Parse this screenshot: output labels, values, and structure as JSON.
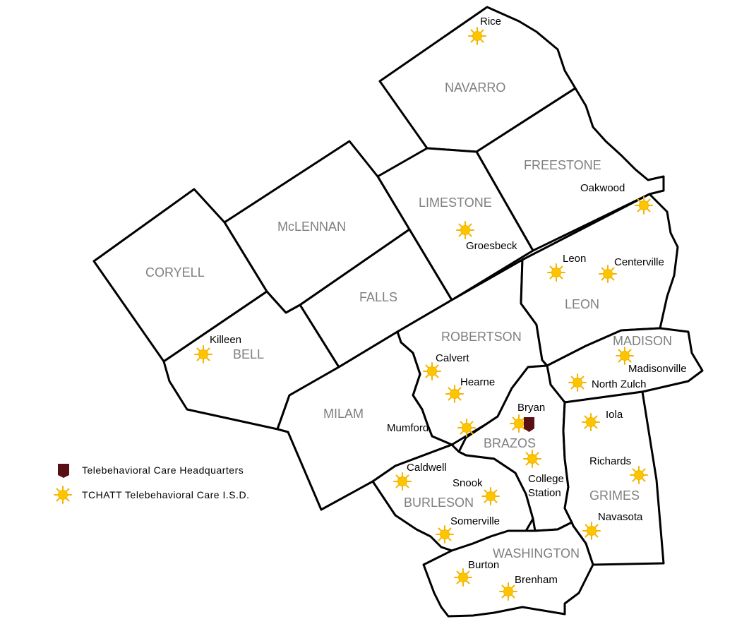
{
  "colors": {
    "sun": "#f5b400",
    "sun_center": "#fdc400",
    "hq": "#5a0f14",
    "county_label": "#7f7f7f",
    "border": "#000000"
  },
  "counties": {
    "navarro": "NAVARRO",
    "freestone": "FREESTONE",
    "limestone": "LIMESTONE",
    "mclennan": "McLENNAN",
    "coryell": "CORYELL",
    "falls": "FALLS",
    "bell": "BELL",
    "robertson": "ROBERTSON",
    "leon": "LEON",
    "madison": "MADISON",
    "milam": "MILAM",
    "brazos": "BRAZOS",
    "burleson": "BURLESON",
    "grimes": "GRIMES",
    "washington": "WASHINGTON"
  },
  "towns": {
    "rice": "Rice",
    "oakwood": "Oakwood",
    "groesbeck": "Groesbeck",
    "leon": "Leon",
    "centerville": "Centerville",
    "killeen": "Killeen",
    "calvert": "Calvert",
    "hearne": "Hearne",
    "madisonville": "Madisonville",
    "north_zulch": "North Zulch",
    "bryan": "Bryan",
    "mumford": "Mumford",
    "iola": "Iola",
    "caldwell": "Caldwell",
    "snook": "Snook",
    "college_station_1": "College",
    "college_station_2": "Station",
    "richards": "Richards",
    "somerville": "Somerville",
    "navasota": "Navasota",
    "burton": "Burton",
    "brenham": "Brenham"
  },
  "legend": {
    "hq_label": "Telebehavioral Care Headquarters",
    "isd_label": "TCHATT Telebehavioral Care I.S.D."
  }
}
